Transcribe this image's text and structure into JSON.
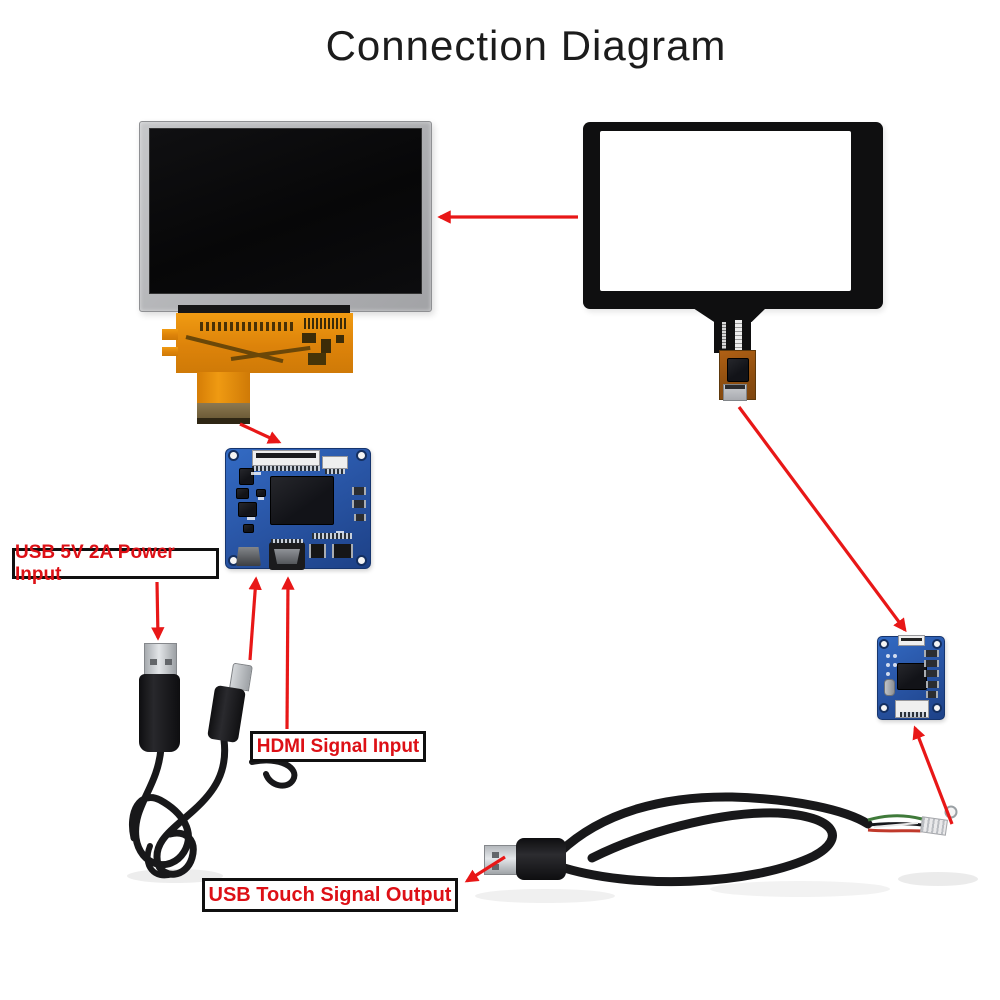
{
  "title": "Connection Diagram",
  "labels": {
    "power": "USB 5V 2A Power Input",
    "hdmi": "HDMI Signal Input",
    "touch_output": "USB Touch Signal Output"
  },
  "colors": {
    "arrow_red": "#e81717",
    "label_text_red": "#dd1016",
    "label_border_black": "#101010",
    "pcb_blue": "#2a57a8",
    "flex_orange": "#e0850a",
    "lcd_bezel_gray": "#b5b6b9",
    "lcd_screen_black": "#0a0a0b",
    "touch_frame_black": "#0f0f10",
    "cable_black": "#18181a",
    "background_white": "#ffffff"
  }
}
